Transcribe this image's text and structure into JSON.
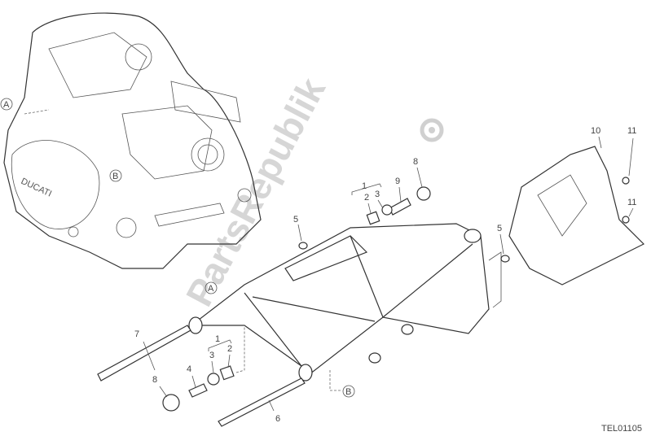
{
  "diagram": {
    "code": "TEL01105",
    "watermark": "PartsRepublik",
    "engine_brand": "DUCATI",
    "callouts": {
      "a_top": "A",
      "b_top": "B",
      "a_center": "A",
      "b_bottom": "B",
      "p10": "10",
      "p11_top": "11",
      "p11_mid": "11",
      "p8_top": "8",
      "p9": "9",
      "p3_top": "3",
      "p2_top": "2",
      "p1_top": "1",
      "p5_left": "5",
      "p5_right": "5",
      "p7": "7",
      "p8_bottom": "8",
      "p4": "4",
      "p3_bottom": "3",
      "p1_bottom": "1",
      "p2_bottom": "2",
      "p6": "6"
    }
  }
}
